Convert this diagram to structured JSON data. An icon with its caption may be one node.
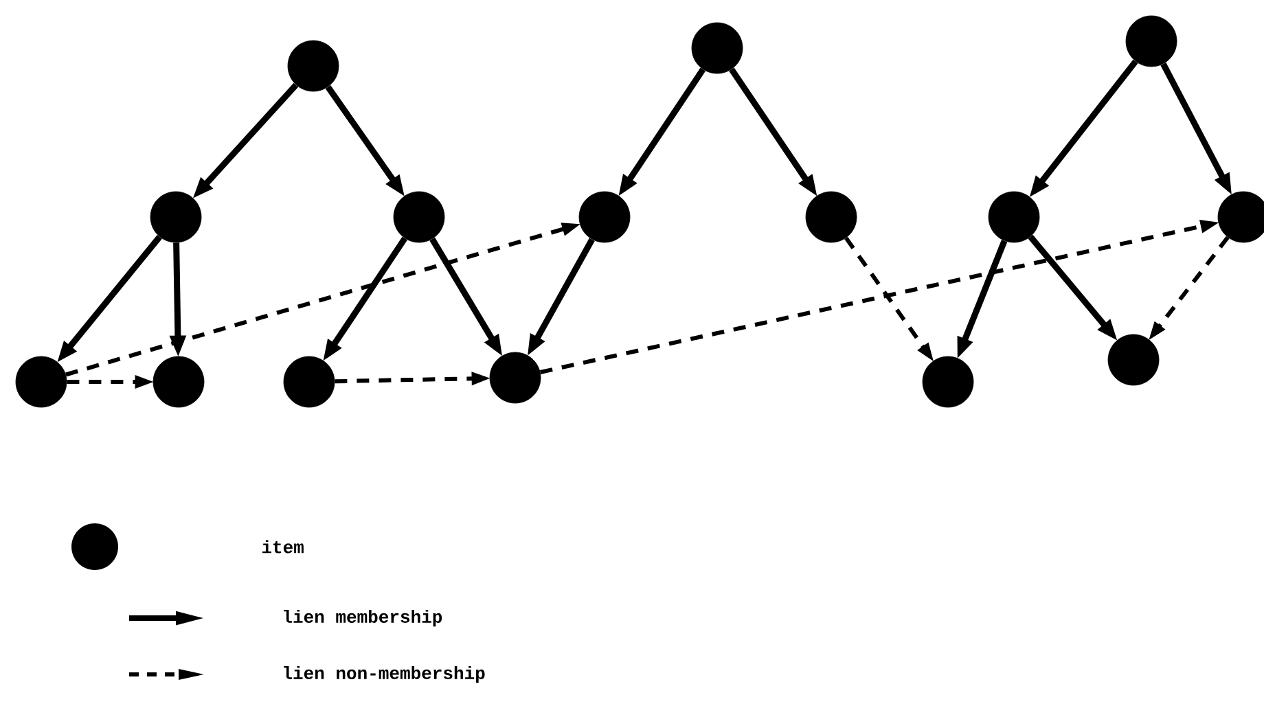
{
  "diagram": {
    "nodes": [
      {
        "text": [],
        "shape": "circle"
      },
      {
        "text": [],
        "shape": "circle"
      },
      {
        "text": [],
        "shape": "circle"
      },
      {
        "text": [],
        "shape": "circle"
      },
      {
        "text": [],
        "shape": "circle"
      },
      {
        "text": [],
        "shape": "circle"
      },
      {
        "text": [],
        "shape": "circle"
      },
      {
        "text": [],
        "shape": "circle"
      },
      {
        "text": [],
        "shape": "circle"
      },
      {
        "text": [],
        "shape": "circle"
      },
      {
        "text": [],
        "shape": "circle"
      },
      {
        "text": [],
        "shape": "circle"
      },
      {
        "text": [],
        "shape": "circle"
      },
      {
        "text": [],
        "shape": "circle"
      },
      {
        "text": [],
        "shape": "circle"
      }
    ],
    "edges": [
      {
        "from": 0,
        "to": 3,
        "arrow": "to"
      },
      {
        "from": 0,
        "to": 4,
        "arrow": "to"
      },
      {
        "from": 3,
        "to": 9,
        "arrow": "to"
      },
      {
        "from": 3,
        "to": 10,
        "arrow": "to"
      },
      {
        "from": 4,
        "to": 11,
        "arrow": "to"
      },
      {
        "from": 4,
        "to": 12,
        "arrow": "to"
      },
      {
        "from": 1,
        "to": 5,
        "arrow": "to"
      },
      {
        "from": 1,
        "to": 6,
        "arrow": "to"
      },
      {
        "from": 5,
        "to": 12,
        "arrow": "to"
      },
      {
        "from": 2,
        "to": 7,
        "arrow": "to"
      },
      {
        "from": 2,
        "to": 8,
        "arrow": "to"
      },
      {
        "from": 7,
        "to": 13,
        "arrow": "to"
      },
      {
        "from": 7,
        "to": 14,
        "arrow": "to"
      },
      {
        "from": 9,
        "to": 10,
        "arrow": "to",
        "style": "dashed"
      },
      {
        "from": 9,
        "to": 5,
        "arrow": "to",
        "style": "dashed"
      },
      {
        "from": 11,
        "to": 12,
        "arrow": "to",
        "style": "dashed"
      },
      {
        "from": 12,
        "to": 8,
        "arrow": "to",
        "style": "dashed"
      },
      {
        "from": 6,
        "to": 13,
        "arrow": "to",
        "style": "dashed"
      },
      {
        "from": 8,
        "to": 14,
        "arrow": "to",
        "style": "dashed"
      }
    ],
    "legend": [
      {
        "text": "item"
      },
      {
        "text": "lien membership"
      },
      {
        "text": "lien non-membership"
      }
    ]
  }
}
